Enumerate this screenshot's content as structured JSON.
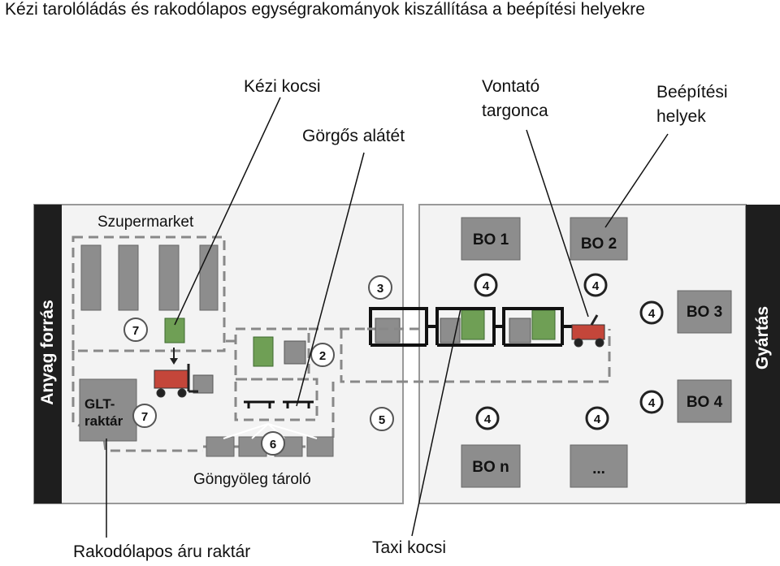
{
  "title": "Kézi tarolóládás és rakodólapos egységrakományok kiszállítása a beépítési helyekre",
  "callouts": {
    "kezi_kocsi": "Kézi kocsi",
    "gorgos_alatet": "Görgős alátét",
    "vontato_line1": "Vontató",
    "vontato_line2": "targonca",
    "beepitesi_line1": "Beépítési",
    "beepitesi_line2": "helyek",
    "rakodolapos": "Rakodólapos áru raktár",
    "taxi_kocsi": "Taxi kocsi"
  },
  "left_area": {
    "side_label": "Anyag forrás",
    "supermarket": "Szupermarket",
    "glt_line1": "GLT-",
    "glt_line2": "raktár",
    "gongyoleg": "Göngyöleg tároló"
  },
  "right_area": {
    "side_label": "Gyártás",
    "stations": [
      "BO 1",
      "BO 2",
      "BO 3",
      "BO 4",
      "BO n",
      "..."
    ]
  },
  "markers": [
    "7",
    "7",
    "2",
    "3",
    "5",
    "6",
    "4"
  ]
}
